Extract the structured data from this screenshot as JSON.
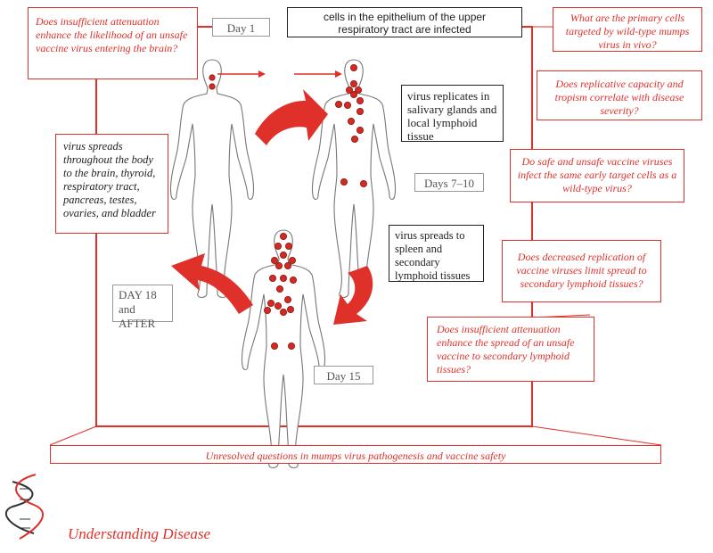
{
  "questions": {
    "q_brain_entry": "Does insufficient attenuation enhance the likelihood of an unsafe vaccine virus entering the brain?",
    "q_primary_cells": "What are the primary cells targeted by wild-type mumps virus in vivo?",
    "q_replicative_capacity": "Does replicative capacity and tropism correlate with disease severity?",
    "q_same_targets": "Do safe and unsafe vaccine viruses infect the same early target cells as a wild-type virus?",
    "q_decreased_replication": "Does decreased replication of vaccine viruses limit spread to secondary lymphoid tissues?",
    "q_lymphoid_spread": "Does insufficient attenuation enhance the spread of an unsafe vaccine to secondary lymphoid tissues?"
  },
  "stages": {
    "day1_text": "cells in the epithelium of the upper respiratory tract are infected",
    "replication_text": "virus replicates in salivary glands and local lymphoid tissue",
    "lymphoid_text": "virus spreads to spleen and secondary lymphoid tissues",
    "spread_text": "virus spreads throughout the body to the brain, thyroid, respiratory tract, pancreas, testes, ovaries, and bladder"
  },
  "days": {
    "day1": "Day 1",
    "days7_10": "Days 7–10",
    "day15": "Day 15",
    "day18": "DAY 18 and AFTER"
  },
  "footer": {
    "caption": "Unresolved questions in mumps virus pathogenesis and vaccine safety",
    "brand": "Understanding Disease"
  },
  "colors": {
    "accent": "#e0302a",
    "dot": "#d42a24",
    "figure": "#777777"
  }
}
